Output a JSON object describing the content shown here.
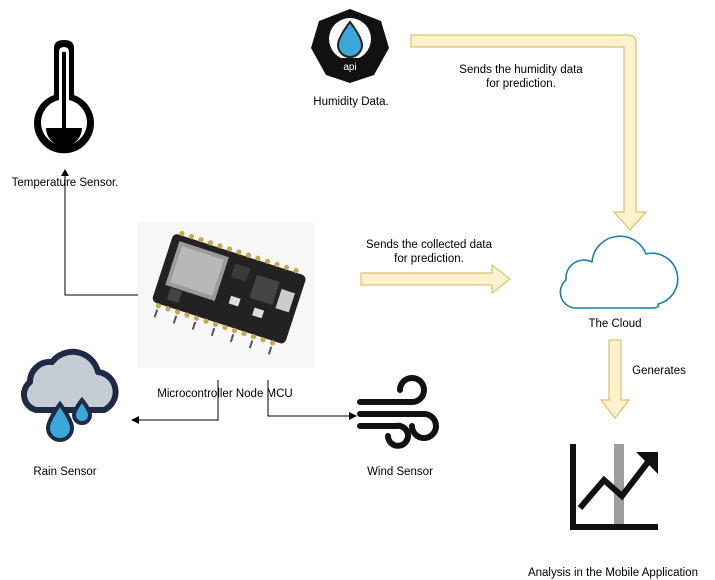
{
  "labels": {
    "humidity_data": "Humidity Data.",
    "api_badge": "api",
    "temperature_sensor": "Temperature Sensor.",
    "microcontroller": "Microcontroller Node MCU",
    "rain_sensor": "Rain Sensor",
    "wind_sensor": "Wind Sensor",
    "the_cloud": "The Cloud",
    "analysis": "Analysis in the Mobile Application"
  },
  "edges": {
    "humidity_line1": "Sends the humidity data",
    "humidity_line2": "for prediction.",
    "collected_line1": "Sends the collected data",
    "collected_line2": "for prediction.",
    "generates": "Generates"
  },
  "colors": {
    "arrow_fill": "#fff2cc",
    "arrow_stroke": "#d6b656",
    "cloud_stroke": "#1b7fa8",
    "drop_blue": "#3aa8d8"
  },
  "icons": {
    "temperature": "thermometer-icon",
    "humidity": "api-drop-icon",
    "board": "nodemcu-board-icon",
    "rain": "rain-cloud-icon",
    "wind": "wind-icon",
    "cloud": "cloud-icon",
    "analysis": "line-chart-icon"
  }
}
